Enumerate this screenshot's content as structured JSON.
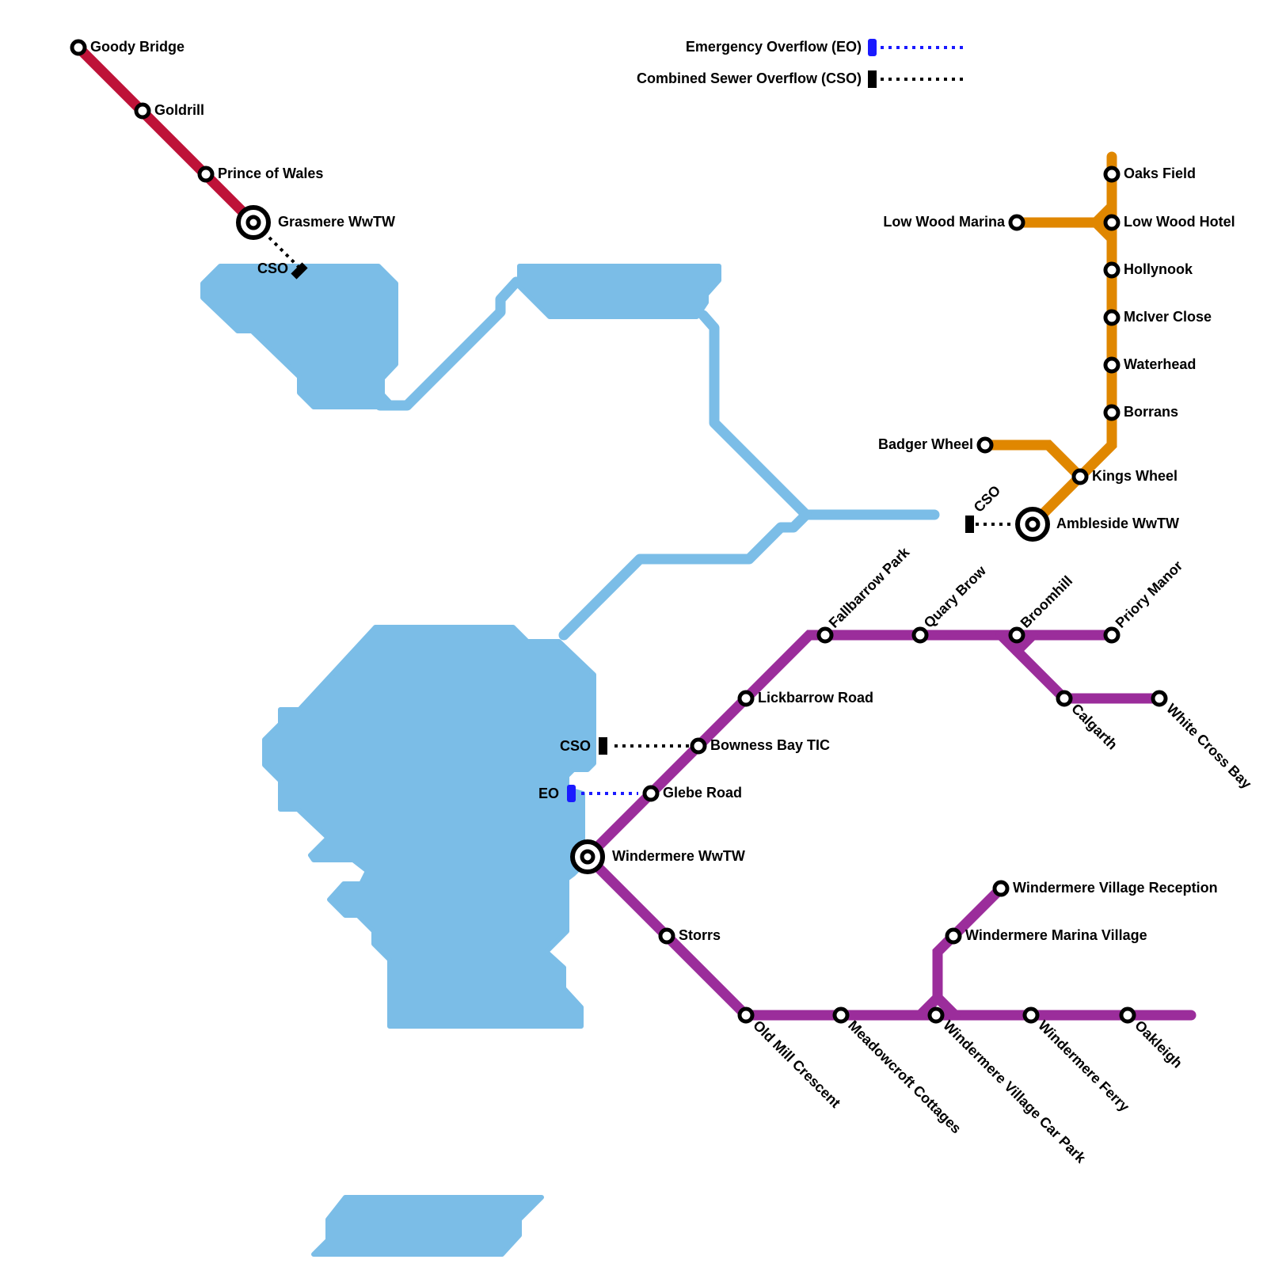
{
  "legend": {
    "eo": {
      "label": "Emergency Overflow (EO)",
      "color": "#1a1aff"
    },
    "cso": {
      "label": "Combined Sewer Overflow (CSO)",
      "color": "#000000"
    }
  },
  "colors": {
    "water": "#7bbde7",
    "grasmere_line": "#be1238",
    "ambleside_line": "#e08700",
    "windermere_line": "#9b2d9b"
  },
  "lines": {
    "grasmere": {
      "name": "Grasmere",
      "stations": [
        "Goody Bridge",
        "Goldrill",
        "Prince of Wales"
      ],
      "works": "Grasmere WwTW",
      "overflows": [
        {
          "type": "CSO",
          "label": "CSO"
        }
      ]
    },
    "ambleside": {
      "name": "Ambleside",
      "stations": [
        "Oaks Field",
        "Low Wood Hotel",
        "Low Wood Marina",
        "Hollynook",
        "McIver Close",
        "Waterhead",
        "Borrans",
        "Badger Wheel",
        "Kings Wheel"
      ],
      "works": "Ambleside WwTW",
      "overflows": [
        {
          "type": "CSO",
          "label": "CSO"
        }
      ]
    },
    "windermere": {
      "name": "Windermere",
      "stations_north": [
        "Glebe Road",
        "Bowness Bay TIC",
        "Lickbarrow Road",
        "Fallbarrow Park",
        "Quary Brow",
        "Broomhill",
        "Priory Manor",
        "Calgarth",
        "White Cross Bay"
      ],
      "stations_south": [
        "Storrs",
        "Old Mill Crescent",
        "Meadowcroft Cottages",
        "Windermere Village Car Park",
        "Windermere Marina Village",
        "Windermere Village Reception",
        "Windermere Ferry",
        "Oakleigh"
      ],
      "works": "Windermere WwTW",
      "overflows": [
        {
          "type": "CSO",
          "label": "CSO"
        },
        {
          "type": "EO",
          "label": "EO"
        }
      ]
    }
  },
  "labels": {
    "goody_bridge": "Goody Bridge",
    "goldrill": "Goldrill",
    "prince_of_wales": "Prince of Wales",
    "grasmere_wwtw": "Grasmere WwTW",
    "grasmere_cso": "CSO",
    "oaks_field": "Oaks Field",
    "low_wood_marina": "Low Wood Marina",
    "low_wood_hotel": "Low Wood Hotel",
    "hollynook": "Hollynook",
    "mciver_close": "McIver Close",
    "waterhead": "Waterhead",
    "borrans": "Borrans",
    "badger_wheel": "Badger Wheel",
    "kings_wheel": "Kings Wheel",
    "ambleside_wwtw": "Ambleside WwTW",
    "ambleside_cso": "CSO",
    "fallbarrow_park": "Fallbarrow Park",
    "quary_brow": "Quary Brow",
    "broomhill": "Broomhill",
    "priory_manor": "Priory Manor",
    "calgarth": "Calgarth",
    "white_cross_bay": "White Cross Bay",
    "lickbarrow_road": "Lickbarrow Road",
    "bowness_bay_tic": "Bowness Bay TIC",
    "glebe_road": "Glebe Road",
    "windermere_cso": "CSO",
    "windermere_eo": "EO",
    "windermere_wwtw": "Windermere WwTW",
    "storrs": "Storrs",
    "windermere_village_reception": "Windermere Village Reception",
    "windermere_marina_village": "Windermere Marina Village",
    "old_mill_crescent": "Old Mill Crescent",
    "meadowcroft_cottages": "Meadowcroft Cottages",
    "windermere_village_car_park": "Windermere Village Car Park",
    "windermere_ferry": "Windermere Ferry",
    "oakleigh": "Oakleigh"
  }
}
